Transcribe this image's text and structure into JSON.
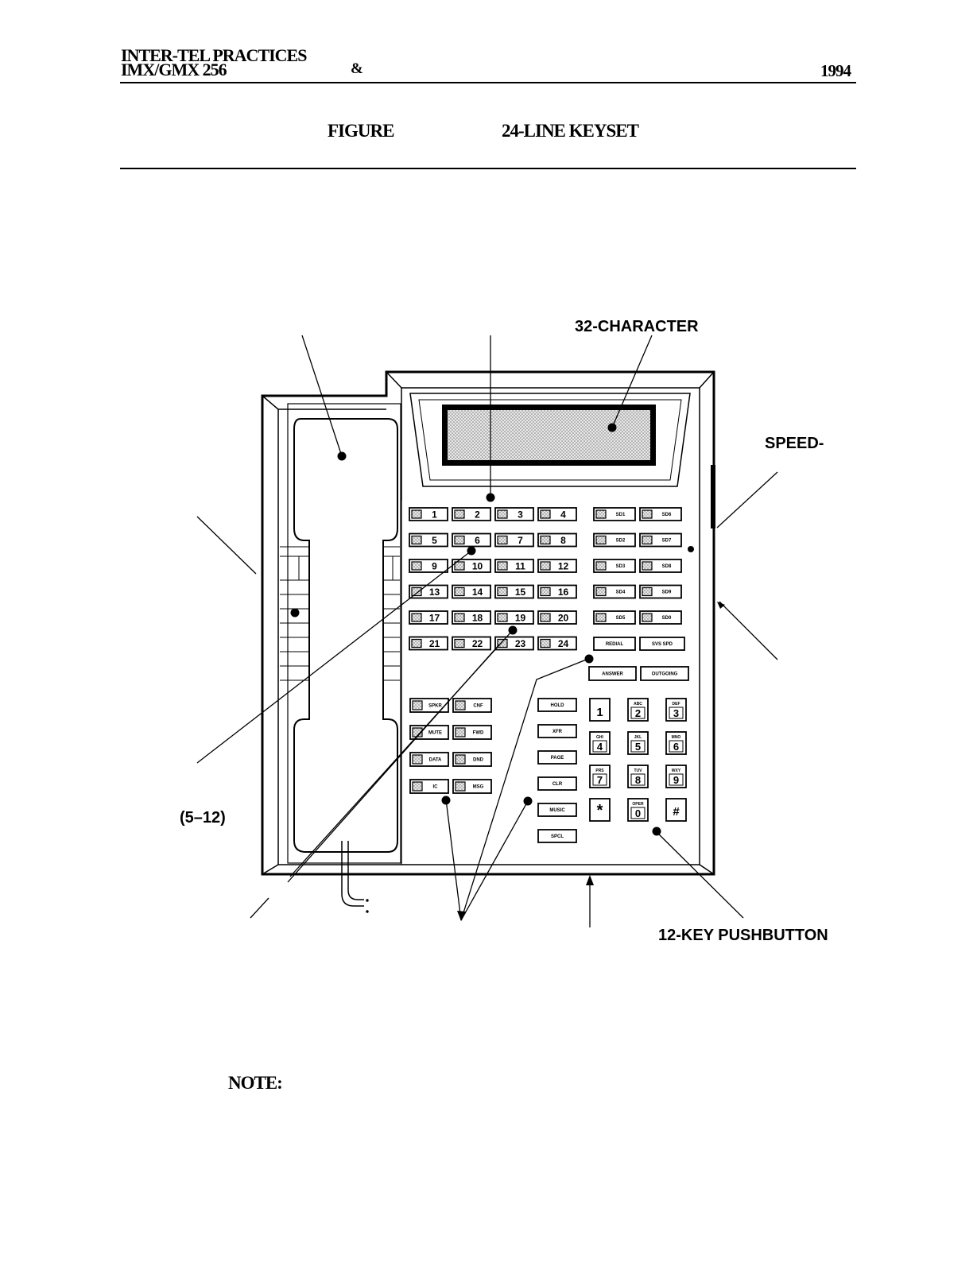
{
  "header": {
    "line1": "INTER-TEL PRACTICES",
    "line2": "IMX/GMX 256",
    "ampersand": "&",
    "year": "1994"
  },
  "figure": {
    "label": "FIGURE",
    "title": "24-LINE KEYSET"
  },
  "callouts": {
    "display": "32-CHARACTER",
    "speed": "SPEED-",
    "range": "(5–12)",
    "pushbutton": "12-KEY PUSHBUTTON"
  },
  "note_label": "NOTE:",
  "keyset": {
    "line_keys": [
      "1",
      "2",
      "3",
      "4",
      "5",
      "6",
      "7",
      "8",
      "9",
      "10",
      "11",
      "12",
      "13",
      "14",
      "15",
      "16",
      "17",
      "18",
      "19",
      "20",
      "21",
      "22",
      "23",
      "24"
    ],
    "sd_keys": [
      "SD1",
      "SD6",
      "SD2",
      "SD7",
      "SD3",
      "SD8",
      "SD4",
      "SD9",
      "SD5",
      "SD0"
    ],
    "redial": "REDIAL",
    "svs_spd": "SVS SPD",
    "answer": "ANSWER",
    "outgoing": "OUTGOING",
    "feature_keys": [
      "SPKR",
      "CNF",
      "MUTE",
      "FWD",
      "DATA",
      "DND",
      "IC",
      "MSG"
    ],
    "center_keys": [
      "HOLD",
      "XFR",
      "PAGE",
      "CLR",
      "MUSIC",
      "SPCL"
    ],
    "dial_digits": [
      "1",
      "2",
      "3",
      "4",
      "5",
      "6",
      "7",
      "8",
      "9",
      "*",
      "0",
      "#"
    ],
    "dial_letters": [
      "",
      "ABC",
      "DEF",
      "GHI",
      "JKL",
      "MNO",
      "PRS",
      "TUV",
      "WXY",
      "",
      "OPER",
      ""
    ]
  }
}
